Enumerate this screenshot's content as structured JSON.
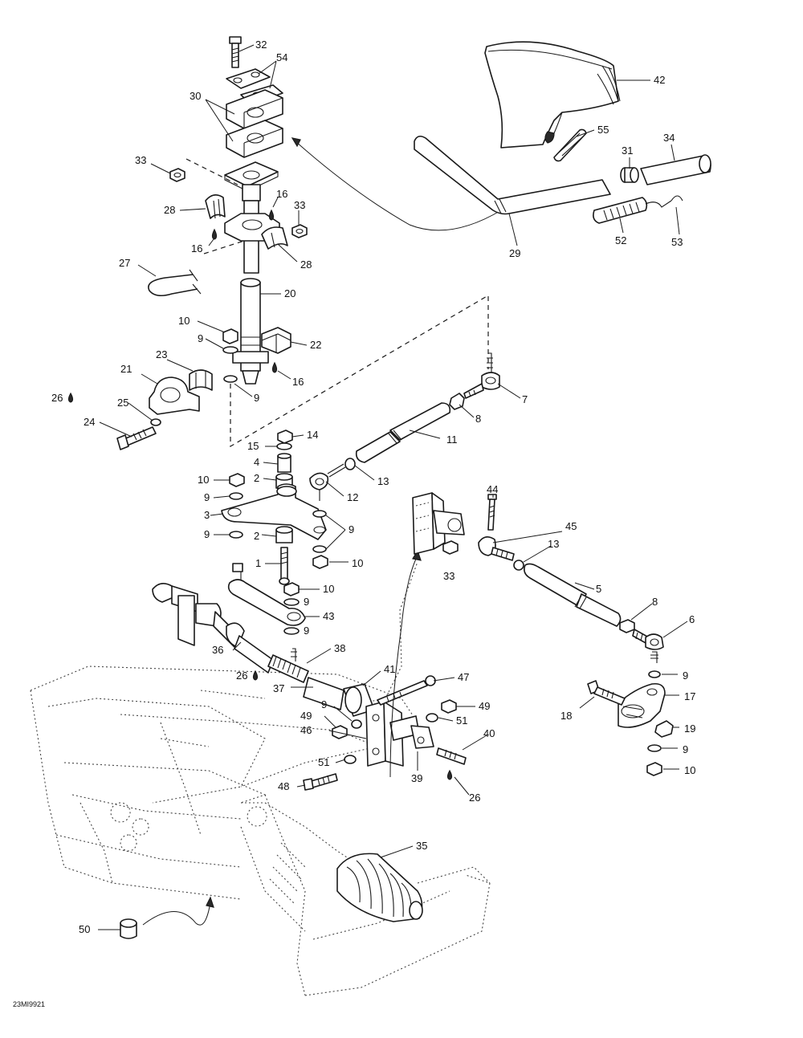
{
  "figure_code": "23MI9921",
  "callouts": [
    {
      "id": "c32",
      "label": "32"
    },
    {
      "id": "c54",
      "label": "54"
    },
    {
      "id": "c30",
      "label": "30"
    },
    {
      "id": "c33a",
      "label": "33"
    },
    {
      "id": "c28a",
      "label": "28"
    },
    {
      "id": "c16a",
      "label": "16"
    },
    {
      "id": "c33b",
      "label": "33"
    },
    {
      "id": "c16b",
      "label": "16"
    },
    {
      "id": "c28b",
      "label": "28"
    },
    {
      "id": "c27",
      "label": "27"
    },
    {
      "id": "c20",
      "label": "20"
    },
    {
      "id": "c10a",
      "label": "10"
    },
    {
      "id": "c9a",
      "label": "9"
    },
    {
      "id": "c22",
      "label": "22"
    },
    {
      "id": "c23",
      "label": "23"
    },
    {
      "id": "c21",
      "label": "21"
    },
    {
      "id": "c16c",
      "label": "16"
    },
    {
      "id": "c9b",
      "label": "9"
    },
    {
      "id": "c26a",
      "label": "26"
    },
    {
      "id": "c25",
      "label": "25"
    },
    {
      "id": "c24",
      "label": "24"
    },
    {
      "id": "c42",
      "label": "42"
    },
    {
      "id": "c55",
      "label": "55"
    },
    {
      "id": "c31",
      "label": "31"
    },
    {
      "id": "c34",
      "label": "34"
    },
    {
      "id": "c29",
      "label": "29"
    },
    {
      "id": "c52",
      "label": "52"
    },
    {
      "id": "c53",
      "label": "53"
    },
    {
      "id": "c7",
      "label": "7"
    },
    {
      "id": "c8a",
      "label": "8"
    },
    {
      "id": "c11",
      "label": "11"
    },
    {
      "id": "c14",
      "label": "14"
    },
    {
      "id": "c15",
      "label": "15"
    },
    {
      "id": "c4",
      "label": "4"
    },
    {
      "id": "c2a",
      "label": "2"
    },
    {
      "id": "c13a",
      "label": "13"
    },
    {
      "id": "c10b",
      "label": "10"
    },
    {
      "id": "c9c",
      "label": "9"
    },
    {
      "id": "c12",
      "label": "12"
    },
    {
      "id": "c3",
      "label": "3"
    },
    {
      "id": "c9d",
      "label": "9"
    },
    {
      "id": "c2b",
      "label": "2"
    },
    {
      "id": "c9e",
      "label": "9"
    },
    {
      "id": "c1",
      "label": "1"
    },
    {
      "id": "c10c",
      "label": "10"
    },
    {
      "id": "c10d",
      "label": "10"
    },
    {
      "id": "c9f",
      "label": "9"
    },
    {
      "id": "c43",
      "label": "43"
    },
    {
      "id": "c9g",
      "label": "9"
    },
    {
      "id": "c36",
      "label": "36"
    },
    {
      "id": "c38",
      "label": "38"
    },
    {
      "id": "c26b",
      "label": "26"
    },
    {
      "id": "c37",
      "label": "37"
    },
    {
      "id": "c41",
      "label": "41"
    },
    {
      "id": "c47",
      "label": "47"
    },
    {
      "id": "c44",
      "label": "44"
    },
    {
      "id": "c45",
      "label": "45"
    },
    {
      "id": "c13b",
      "label": "13"
    },
    {
      "id": "c33c",
      "label": "33"
    },
    {
      "id": "c5",
      "label": "5"
    },
    {
      "id": "c8b",
      "label": "8"
    },
    {
      "id": "c6",
      "label": "6"
    },
    {
      "id": "c9h",
      "label": "9"
    },
    {
      "id": "c17",
      "label": "17"
    },
    {
      "id": "c18",
      "label": "18"
    },
    {
      "id": "c19",
      "label": "19"
    },
    {
      "id": "c9i",
      "label": "9"
    },
    {
      "id": "c10e",
      "label": "10"
    },
    {
      "id": "c9j",
      "label": "9"
    },
    {
      "id": "c49a",
      "label": "49"
    },
    {
      "id": "c49b",
      "label": "49"
    },
    {
      "id": "c46",
      "label": "46"
    },
    {
      "id": "c51a",
      "label": "51"
    },
    {
      "id": "c40",
      "label": "40"
    },
    {
      "id": "c51b",
      "label": "51"
    },
    {
      "id": "c39",
      "label": "39"
    },
    {
      "id": "c26c",
      "label": "26"
    },
    {
      "id": "c48",
      "label": "48"
    },
    {
      "id": "c35",
      "label": "35"
    },
    {
      "id": "c50",
      "label": "50"
    }
  ]
}
